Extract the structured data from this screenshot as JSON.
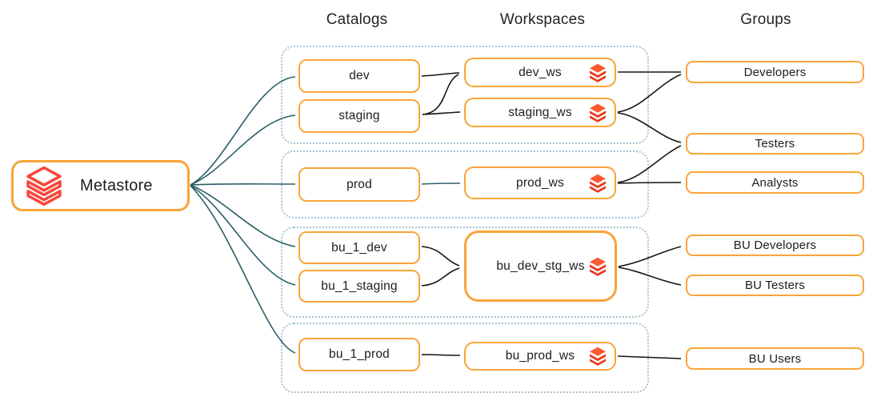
{
  "columns": {
    "catalogs": "Catalogs",
    "workspaces": "Workspaces",
    "groups": "Groups"
  },
  "metastore": {
    "label": "Metastore"
  },
  "catalogs": {
    "dev": "dev",
    "staging": "staging",
    "prod": "prod",
    "bu_1_dev": "bu_1_dev",
    "bu_1_staging": "bu_1_staging",
    "bu_1_prod": "bu_1_prod"
  },
  "workspaces": {
    "dev_ws": "dev_ws",
    "staging_ws": "staging_ws",
    "prod_ws": "prod_ws",
    "bu_dev_stg_ws": "bu_dev_stg_ws",
    "bu_prod_ws": "bu_prod_ws"
  },
  "groups": {
    "developers": "Developers",
    "testers": "Testers",
    "analysts": "Analysts",
    "bu_developers": "BU Developers",
    "bu_testers": "BU Testers",
    "bu_users": "BU Users"
  },
  "icons": {
    "metastore": "databricks-logo-outline",
    "workspace": "databricks-logo-solid"
  },
  "edges": [
    {
      "from": "metastore",
      "to": "dev",
      "color": "teal"
    },
    {
      "from": "metastore",
      "to": "staging",
      "color": "teal"
    },
    {
      "from": "metastore",
      "to": "prod",
      "color": "teal"
    },
    {
      "from": "metastore",
      "to": "bu_1_dev",
      "color": "teal"
    },
    {
      "from": "metastore",
      "to": "bu_1_staging",
      "color": "teal"
    },
    {
      "from": "metastore",
      "to": "bu_1_prod",
      "color": "teal"
    },
    {
      "from": "dev",
      "to": "dev_ws",
      "color": "black"
    },
    {
      "from": "staging",
      "to": "dev_ws",
      "color": "black"
    },
    {
      "from": "staging",
      "to": "staging_ws",
      "color": "black"
    },
    {
      "from": "prod",
      "to": "prod_ws",
      "color": "teal"
    },
    {
      "from": "bu_1_dev",
      "to": "bu_dev_stg_ws",
      "color": "black"
    },
    {
      "from": "bu_1_staging",
      "to": "bu_dev_stg_ws",
      "color": "black"
    },
    {
      "from": "bu_1_prod",
      "to": "bu_prod_ws",
      "color": "black"
    },
    {
      "from": "dev_ws",
      "to": "developers",
      "color": "black"
    },
    {
      "from": "staging_ws",
      "to": "developers",
      "color": "black"
    },
    {
      "from": "staging_ws",
      "to": "testers",
      "color": "black"
    },
    {
      "from": "prod_ws",
      "to": "testers",
      "color": "black"
    },
    {
      "from": "prod_ws",
      "to": "analysts",
      "color": "black"
    },
    {
      "from": "bu_dev_stg_ws",
      "to": "bu_developers",
      "color": "black"
    },
    {
      "from": "bu_dev_stg_ws",
      "to": "bu_testers",
      "color": "black"
    },
    {
      "from": "bu_prod_ws",
      "to": "bu_users",
      "color": "black"
    }
  ],
  "colors": {
    "box_border_orange": "#f9a439",
    "databricks_red": "#e8391f",
    "databricks_red_light": "#fa5a32",
    "outline_icon_red": "#f9463b",
    "teal_arrow": "#2b5f68",
    "black_arrow": "#141414",
    "cluster_dotted_border": "#a8c2d2"
  }
}
